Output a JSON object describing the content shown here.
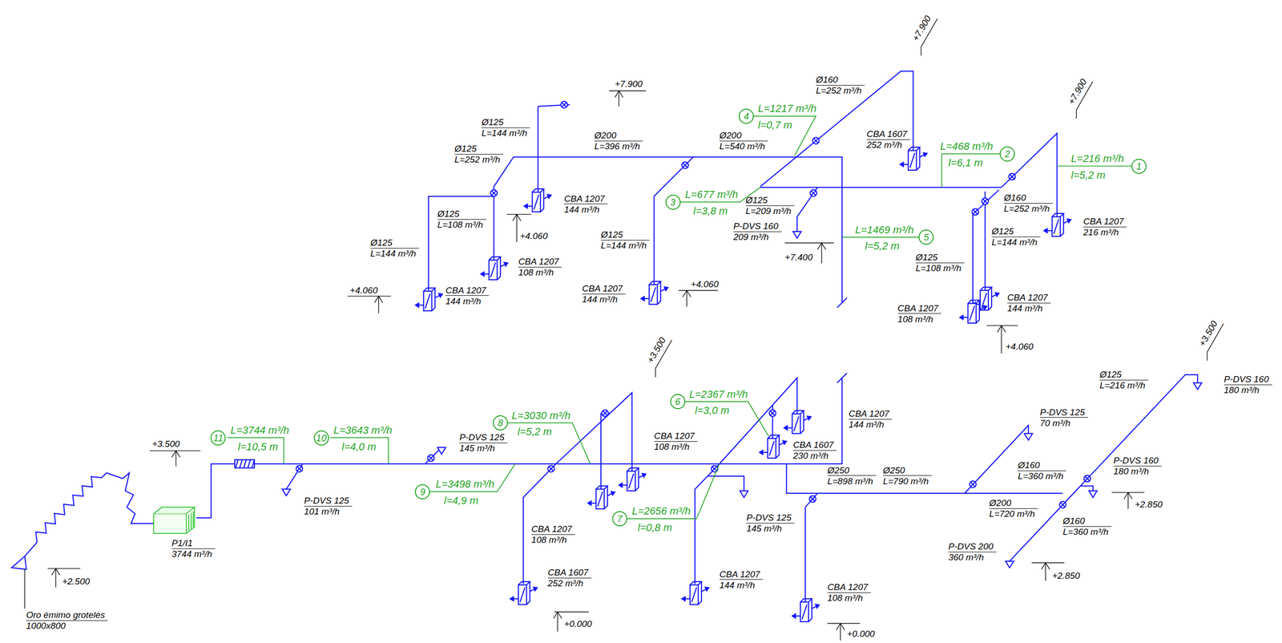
{
  "diagram": {
    "nodes": [
      {
        "text": [
          "4"
        ]
      },
      {
        "text": [
          "2"
        ]
      },
      {
        "text": [
          "1"
        ]
      },
      {
        "text": [
          "3"
        ]
      },
      {
        "text": [
          "5"
        ]
      },
      {
        "text": [
          "6"
        ]
      },
      {
        "text": [
          "8"
        ]
      },
      {
        "text": [
          "11"
        ]
      },
      {
        "text": [
          "10"
        ]
      },
      {
        "text": [
          "9"
        ]
      },
      {
        "text": [
          "P1/I1",
          "3744 m³/h"
        ]
      },
      {
        "text": [
          "7"
        ]
      }
    ],
    "labels": [
      "+7.900",
      "+7.900",
      "+7.900",
      "Ø125",
      "L=144 m³/h",
      "Ø125",
      "L=252 m³/h",
      "Ø200",
      "L=396 m³/h",
      "Ø200",
      "L=540 m³/h",
      "Ø160",
      "L=252 m³/h",
      "L=1217 m³/h",
      "l=0,7 m",
      "CBA 1607",
      "252 m³/h",
      "L=468 m³/h",
      "l=6,1 m",
      "L=216 m³/h",
      "l=5,2 m",
      "L=677 m³/h",
      "l=3,8 m",
      "Ø125",
      "L=209 m³/h",
      "Ø160",
      "L=252 m³/h",
      "CBA 1207",
      "144 m³/h",
      "+4.060",
      "Ø125",
      "L=108 m³/h",
      "Ø125",
      "L=144 m³/h",
      "P-DVS 160",
      "209 m³/h",
      "L=1469 m³/h",
      "l=5,2 m",
      "Ø125",
      "L=144 m³/h",
      "Ø125",
      "L=144 m³/h",
      "CBA 1207",
      "216 m³/h",
      "+7.400",
      "CBA 1207",
      "108 m³/h",
      "Ø125",
      "L=108 m³/h",
      "+4.060",
      "CBA 1207",
      "144 m³/h",
      "CBA 1207",
      "144 m³/h",
      "+4.060",
      "CBA 1207",
      "144 m³/h",
      "CBA 1207",
      "108 m³/h",
      "+4.060",
      "+3.500",
      "+3.500",
      "Ø125",
      "L=216 m³/h",
      "P-DVS 160",
      "180 m³/h",
      "L=2367 m³/h",
      "l=3,0 m",
      "CBA 1207",
      "144 m³/h",
      "P-DVS 125",
      "70 m³/h",
      "L=3030 m³/h",
      "l=5,2 m",
      "L=3744 m³/h",
      "l=10,5 m",
      "L=3643 m³/h",
      "l=4,0 m",
      "+3.500",
      "P-DVS 125",
      "145 m³/h",
      "CBA 1207",
      "108 m³/h",
      "CBA 1607",
      "230 m³/h",
      "L=3498 m³/h",
      "l=4,9 m",
      "Ø250",
      "L=898 m³/h",
      "Ø250",
      "L=790 m³/h",
      "Ø160",
      "L=360 m³/h",
      "P-DVS 160",
      "180 m³/h",
      "+2.850",
      "P-DVS 125",
      "101 m³/h",
      "Ø200",
      "L=720 m³/h",
      "L=2656 m³/h",
      "l=0,8 m",
      "P-DVS 125",
      "145 m³/h",
      "Ø160",
      "L=360 m³/h",
      "CBA 1207",
      "108 m³/h",
      "P-DVS 200",
      "360 m³/h",
      "+2.850",
      "CBA 1607",
      "252 m³/h",
      "CBA 1207",
      "144 m³/h",
      "+2.500",
      "CBA 1207",
      "108 m³/h",
      "Oro ėmimo grotelės",
      "1000x800",
      "+0.000",
      "+0.000"
    ]
  }
}
